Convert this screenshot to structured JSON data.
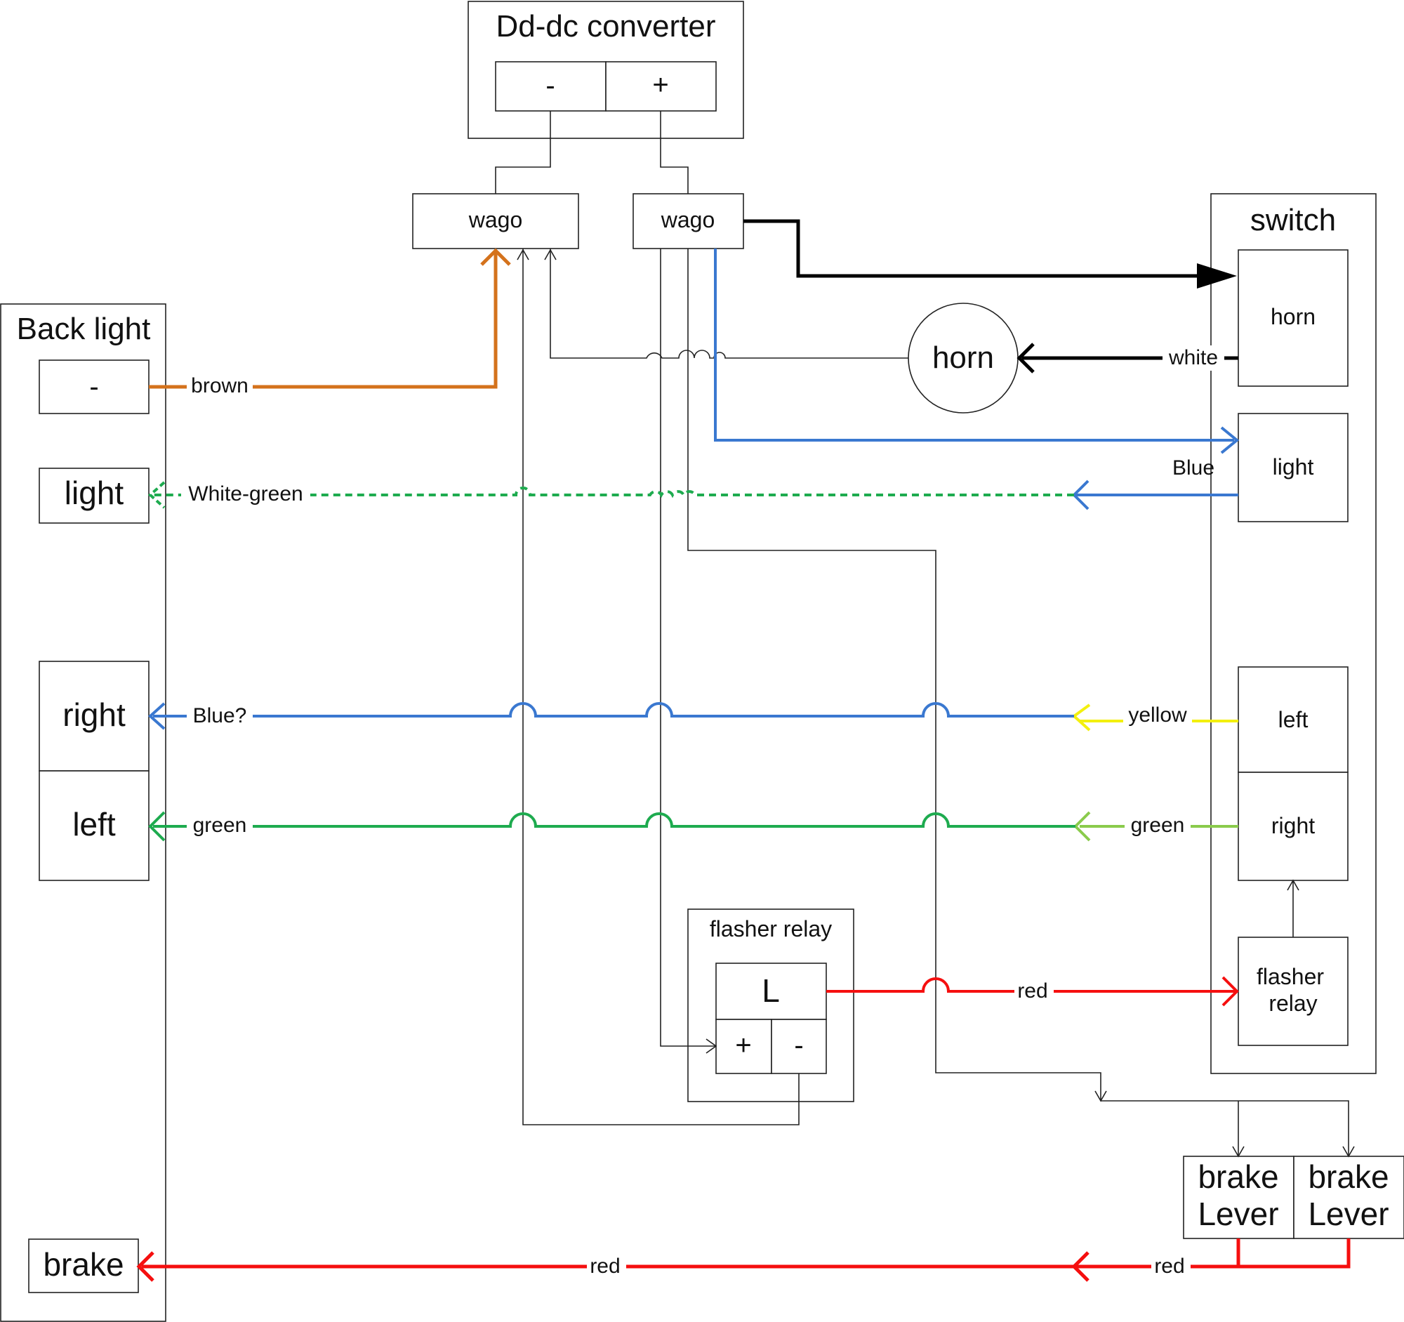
{
  "converter": {
    "title": "Dd-dc converter",
    "minus": "-",
    "plus": "+"
  },
  "wagos": {
    "left": "wago",
    "right": "wago"
  },
  "back_light": {
    "title": "Back light",
    "minus": "-",
    "light": "light",
    "right": "right",
    "left": "left",
    "brake": "brake"
  },
  "switch": {
    "title": "switch",
    "horn": "horn",
    "light": "light",
    "left": "left",
    "right": "right",
    "flasher_relay": [
      "flasher",
      "relay"
    ]
  },
  "horn": {
    "label": "horn"
  },
  "flasher_relay": {
    "title": "flasher relay",
    "L": "L",
    "plus": "+",
    "minus": "-"
  },
  "brake_levers": [
    [
      "brake",
      "Lever"
    ],
    [
      "brake",
      "Lever"
    ]
  ],
  "wires": {
    "brown": "brown",
    "white": "white",
    "blue_switch": "Blue",
    "white_green": "White-green",
    "blue_q": "Blue?",
    "yellow": "yellow",
    "green_left": "green",
    "green_right": "green",
    "red_relay": "red",
    "red_brake_mid": "red",
    "red_brake_right": "red"
  },
  "colors": {
    "brown": "#d4721c",
    "black": "#000000",
    "blue": "#3a78d0",
    "green": "#1eab4f",
    "light_green": "#8acb4c",
    "yellow": "#f3f00e",
    "red": "#f50f0f",
    "outline": "#222222"
  }
}
